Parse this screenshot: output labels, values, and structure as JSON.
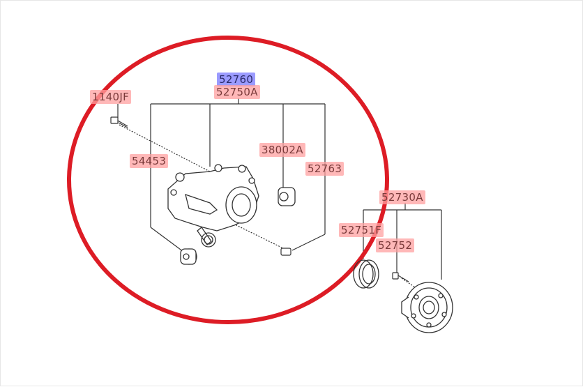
{
  "labels": {
    "p52760": "52760",
    "p52750a": "52750A",
    "p1140jf": "1140JF",
    "p54453": "54453",
    "p38002a": "38002A",
    "p52763": "52763",
    "p52730a": "52730A",
    "p52751f": "52751F",
    "p52752": "52752"
  },
  "colors": {
    "highlight_red": "#ffa0a0",
    "highlight_blue": "#8282ff",
    "circle": "#dd1c25",
    "line_art": "#333333"
  }
}
